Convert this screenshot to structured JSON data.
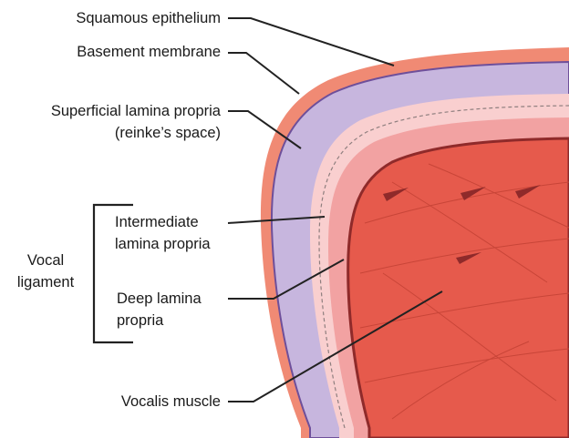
{
  "labels": {
    "squamous_epithelium": "Squamous epithelium",
    "basement_membrane": "Basement membrane",
    "superficial_lamina_propria": [
      "Superficial lamina propria",
      "(reinke’s space)"
    ],
    "intermediate_lamina_propria": [
      "Intermediate",
      "lamina propria"
    ],
    "deep_lamina_propria": [
      "Deep lamina",
      "propria"
    ],
    "vocalis_muscle": "Vocalis muscle",
    "vocal_ligament": [
      "Vocal",
      "ligament"
    ]
  },
  "colors": {
    "epithelium": "#f08a74",
    "basement": "#6e4f9a",
    "superficial": "#c7b6de",
    "intermediate": "#f9cfcf",
    "deep": "#f2a2a2",
    "muscle": "#e65a4c",
    "muscle_dark": "#8f2a2a",
    "leader": "#222222"
  },
  "icons": [
    "vocal-fold-cross-section"
  ]
}
